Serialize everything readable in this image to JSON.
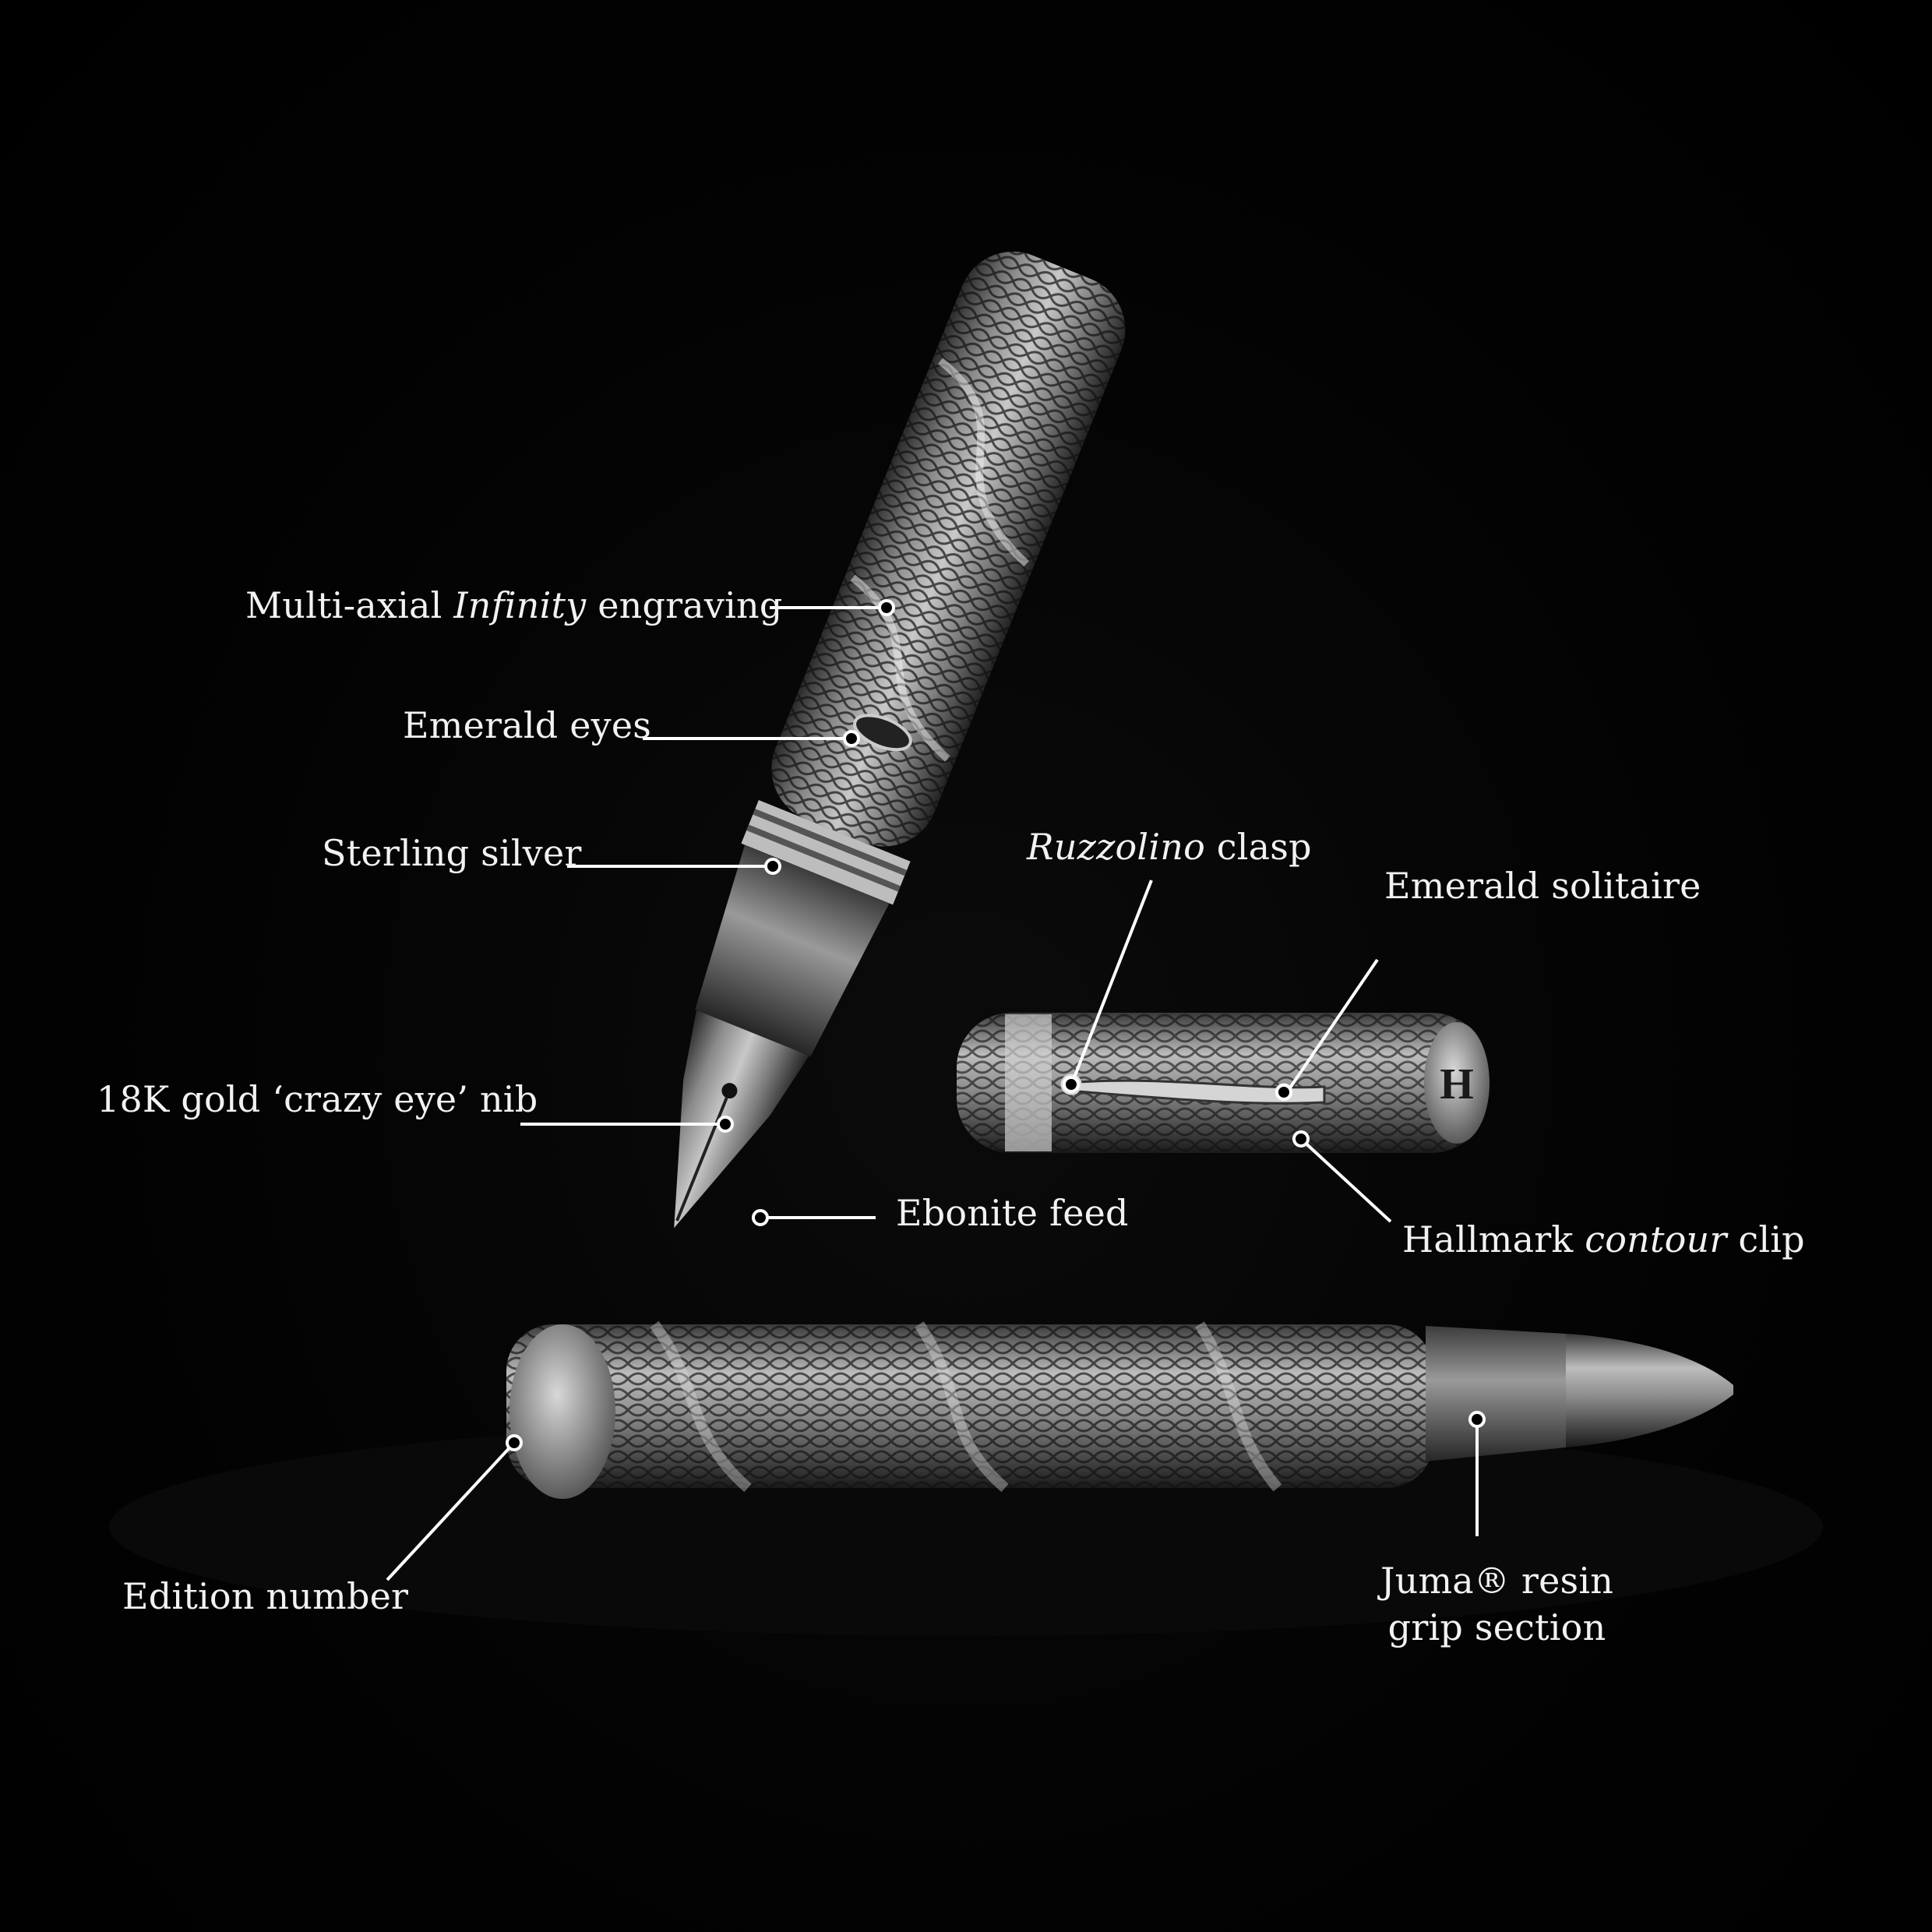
{
  "colors": {
    "background": "#000000",
    "label_text": "#f2f2f2",
    "leader_line": "#ffffff",
    "metal": "#9a9a9a",
    "resin": "#6f6f6f"
  },
  "icons": {
    "callout_marker": "circle",
    "cap_logo": "hallmark-monogram"
  },
  "callouts": {
    "engraving": {
      "text_pre": "Multi-axial ",
      "text_italic": "Infinity",
      "text_post": " engraving"
    },
    "emerald_eyes": {
      "text": "Emerald eyes"
    },
    "sterling_silver": {
      "text": "Sterling silver"
    },
    "nib": {
      "text": "18K gold ‘crazy eye’ nib"
    },
    "feed": {
      "text": "Ebonite feed"
    },
    "clasp": {
      "text_italic": "Ruzzolino",
      "text_post": " clasp"
    },
    "solitaire": {
      "text": "Emerald solitaire"
    },
    "clip": {
      "text_pre": "Hallmark ",
      "text_italic": "contour",
      "text_post": " clip"
    },
    "edition": {
      "text": "Edition number"
    },
    "grip": {
      "line1": "Juma® resin",
      "line2": "grip section"
    }
  }
}
